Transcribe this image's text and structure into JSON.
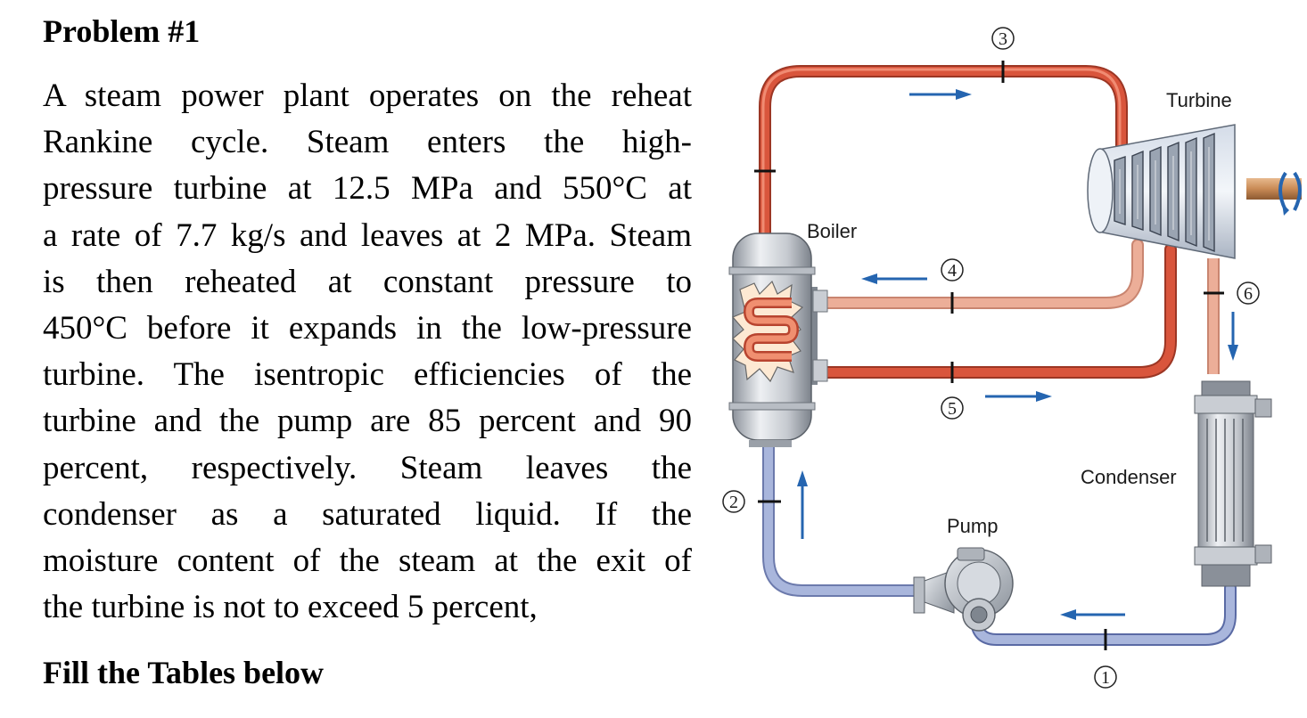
{
  "problem": {
    "title": "Problem #1",
    "lines": [
      "A steam power plant operates on the reheat",
      "Rankine cycle. Steam enters the high-",
      "pressure turbine at 12.5 MPa and 550°C at",
      "a rate of 7.7 kg/s and leaves at 2 MPa. Steam",
      "is then reheated at constant pressure to",
      "450°C before it expands in the low-pressure",
      "turbine. The isentropic efficiencies of the",
      "turbine and the pump are 85 percent and 90",
      "percent, respectively. Steam leaves the",
      "condenser as a saturated liquid. If the",
      "moisture content of the steam at the exit of",
      "the turbine is not to exceed 5 percent,"
    ],
    "fill_heading": "Fill the Tables below"
  },
  "diagram": {
    "labels": {
      "boiler": "Boiler",
      "turbine": "Turbine",
      "condenser": "Condenser",
      "pump": "Pump"
    },
    "states": [
      "1",
      "2",
      "3",
      "4",
      "5",
      "6"
    ],
    "colors": {
      "hot_pipe": "#d9553c",
      "warm_pipe": "#ecae98",
      "cold_pipe": "#a9b6dc",
      "arrow": "#2565b0"
    }
  }
}
